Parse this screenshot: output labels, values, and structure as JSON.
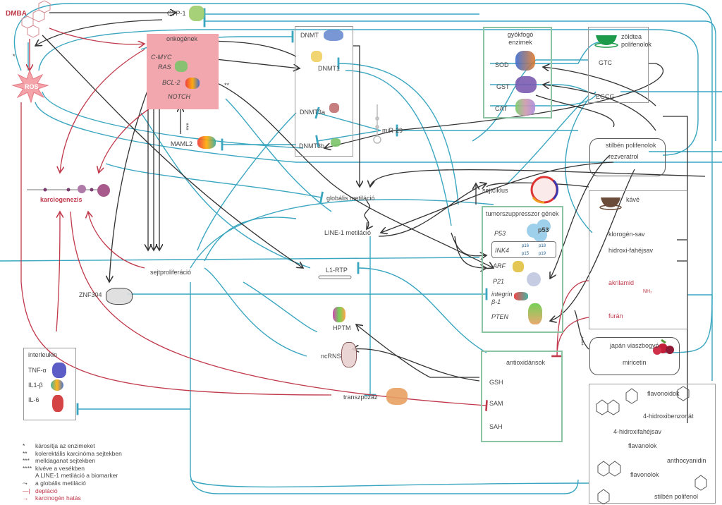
{
  "colors": {
    "inhibit": "#3aa6c0",
    "activate": "#333333",
    "carcinogen": "#c0394a",
    "onco_bg": "#f2a7ae",
    "green_box": "#8cc3a3"
  },
  "nodes": {
    "dmba": "DMBA",
    "cyp1": "CYP-1",
    "ros": "ROS",
    "onkogenek": "onkogének",
    "cmyc": "C-MYC",
    "ras": "RAS",
    "bcl2": "BCL-2",
    "notch": "NOTCH",
    "maml2": "MAML2",
    "dnmt": "DNMT",
    "dnmt1": "DNMT1",
    "dnmt3a": "DNMT3a",
    "dnmt3b": "DNMT3b",
    "mir29": "miR-29",
    "karciogenezis": "karciogenezis",
    "globalis": "globális metiláció",
    "line1": "LINE-1 metiláció",
    "l1rtp": "L1-RTP",
    "sejtprolif": "sejtproliferáció",
    "znf304": "ZNF304",
    "hptm": "HPTM",
    "ncrns": "ncRNS",
    "transzpozaz": "transzpozáz",
    "sejtciklus": "sejtciklus",
    "star2": "**",
    "star3": "***",
    "star1": "*",
    "star4": "****"
  },
  "gyokfogo": {
    "title": "gyökfogó enzimek",
    "items": [
      "SOD",
      "GST",
      "CAT"
    ]
  },
  "zoldtea": {
    "title": "zöldtea polifenolok",
    "items": [
      "GTC",
      "EGCG"
    ]
  },
  "stilben": {
    "title": "stilbén polifenolok",
    "item": "rezveratrol"
  },
  "kave": {
    "title": "kávé",
    "items": [
      "klorogén-sav",
      "hidroxi-fahéjsav"
    ],
    "carcinogens": [
      "akrilamid",
      "furán"
    ],
    "nh2": "NH₂"
  },
  "japan": {
    "title": "japán viaszbogyó",
    "item": "miricetin"
  },
  "tumor": {
    "title": "tumorszuppresszor gének",
    "genes": [
      "P53",
      "INK4",
      "ARF",
      "P21",
      "integrin β-1",
      "PTEN"
    ],
    "p53_label": "p53",
    "ink4_labels": [
      "p16",
      "p18",
      "p15",
      "p19"
    ]
  },
  "antiox": {
    "title": "antioxidánsok",
    "items": [
      "GSH",
      "SAM",
      "SAH"
    ]
  },
  "flavo": {
    "items": [
      "flavonoidok",
      "4-hidroxibenzonát",
      "4-hidroxifahéjsav",
      "flavanolok",
      "anthocyanidin",
      "flavonolok",
      "stilbén polifenol"
    ]
  },
  "interleukin": {
    "title": "interleukin",
    "items": [
      "TNF-α",
      "IL1-β",
      "IL-6"
    ]
  },
  "legend": [
    {
      "mark": "*",
      "text": "károsítja az enzimeket"
    },
    {
      "mark": "**",
      "text": "kolerektális karcinóma sejtekben"
    },
    {
      "mark": "***",
      "text": "melldaganat sejtekben"
    },
    {
      "mark": "****",
      "text": "kivéve a vesékben"
    },
    {
      "mark": "",
      "text": "A LINE-1 metiláció a biomarker"
    },
    {
      "mark": "",
      "text": "a globális metiláció"
    },
    {
      "mark": "",
      "text": "depláció"
    },
    {
      "mark": "",
      "text": "karcinogén hatás"
    }
  ]
}
